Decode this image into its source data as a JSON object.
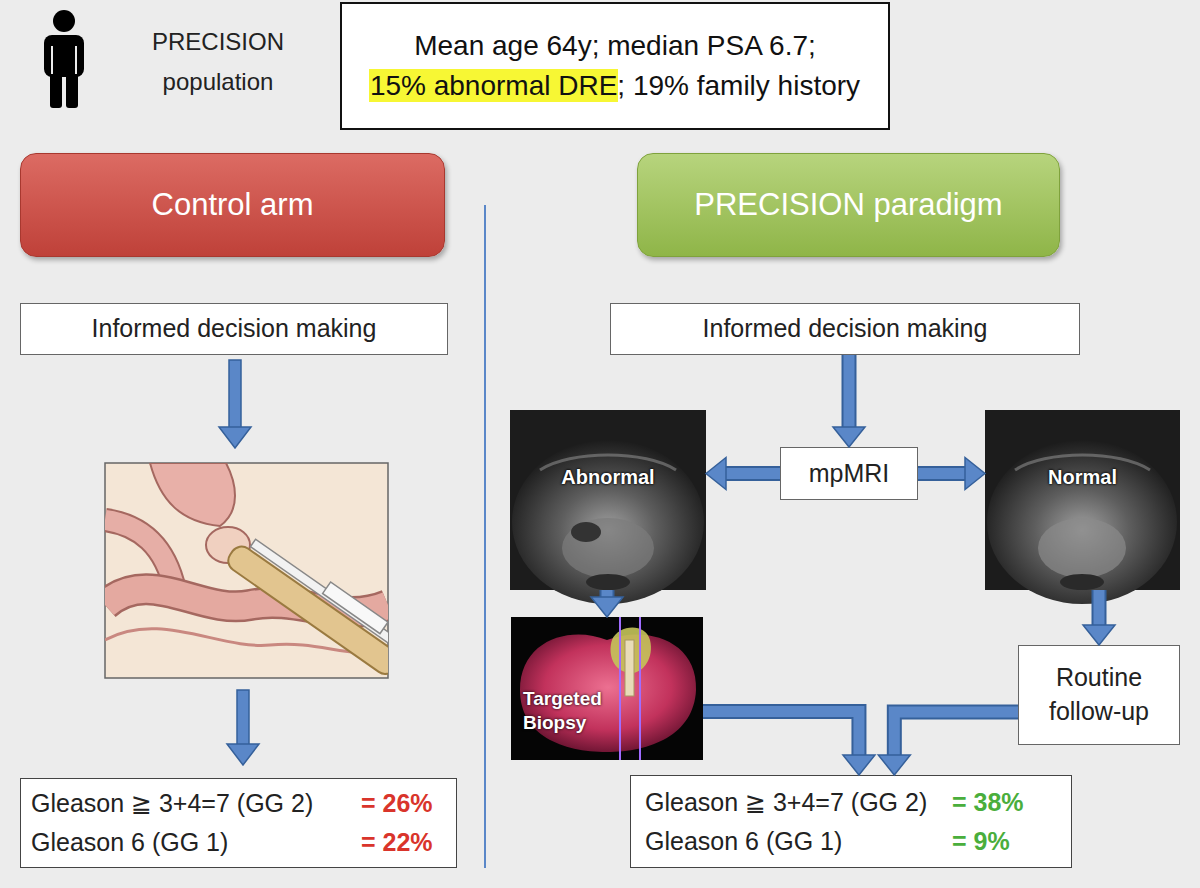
{
  "diagram": {
    "nodes": [
      {
        "text": [
          "Mean age 64y; median PSA 6.7; 15% abnormal DRE; 19% family history"
        ]
      },
      {
        "text": [
          "Control arm"
        ]
      },
      {
        "text": [
          "PRECISION paradigm"
        ]
      },
      {
        "text": [
          "Informed decision making"
        ]
      },
      {
        "text": [
          "Informed decision making"
        ]
      },
      {
        "text": [
          "Abnormal"
        ]
      },
      {
        "text": [
          "mpMRI"
        ]
      },
      {
        "text": [
          "Normal"
        ]
      },
      {
        "text": [
          "Targeted Biopsy"
        ]
      },
      {
        "text": [
          "Routine follow-up"
        ]
      },
      {
        "text": [
          "Gleason ≧ 3+4=7 (GG 2)",
          "= 26%",
          "Gleason 6 (GG 1)",
          "= 22%"
        ]
      },
      {
        "text": [
          "Gleason ≧ 3+4=7 (GG 2)",
          "= 38%",
          "Gleason 6 (GG 1)",
          "= 9%"
        ]
      }
    ],
    "edges": [
      {
        "from": 4,
        "to": 6,
        "arrow": "to"
      },
      {
        "from": 6,
        "to": 5,
        "arrow": "to"
      },
      {
        "from": 6,
        "to": 7,
        "arrow": "to"
      },
      {
        "from": 5,
        "to": 8,
        "arrow": "to"
      },
      {
        "from": 7,
        "to": 9,
        "arrow": "to"
      },
      {
        "from": 8,
        "to": 11,
        "arrow": "to"
      },
      {
        "from": 9,
        "to": 11,
        "arrow": "to"
      }
    ],
    "labels": [
      "PRECISION population"
    ]
  }
}
